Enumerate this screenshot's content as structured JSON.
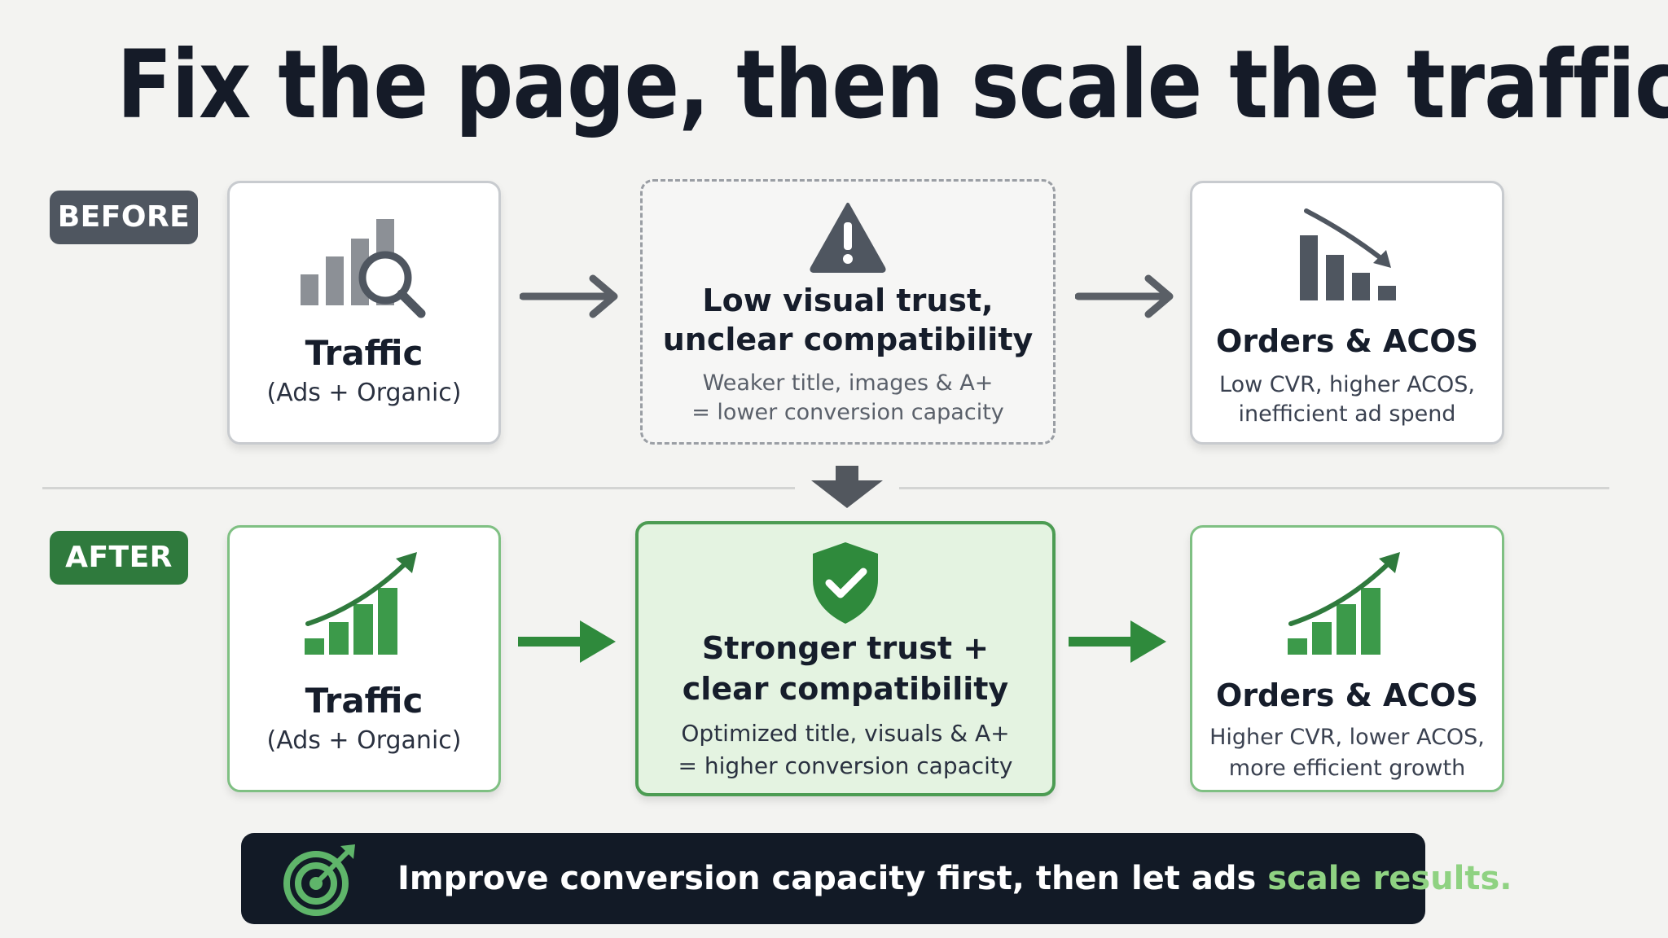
{
  "header": {
    "title": "Fix the page, then scale the traffic"
  },
  "before": {
    "badge": "BEFORE",
    "traffic": {
      "title": "Traffic",
      "subtitle": "(Ads + Organic)",
      "icon": "bar-chart-search-icon"
    },
    "middle": {
      "title_line1": "Low visual trust,",
      "title_line2": "unclear compatibility",
      "desc_line1": "Weaker title, images & A+",
      "desc_line2": "= lower conversion capacity",
      "icon": "warning-triangle-icon"
    },
    "orders": {
      "title": "Orders & ACOS",
      "desc_line1": "Low CVR, higher ACOS,",
      "desc_line2": "inefficient ad spend",
      "icon": "declining-bar-chart-icon"
    }
  },
  "after": {
    "badge": "AFTER",
    "traffic": {
      "title": "Traffic",
      "subtitle": "(Ads + Organic)",
      "icon": "growth-bar-chart-icon"
    },
    "middle": {
      "title_line1": "Stronger trust +",
      "title_line2": "clear compatibility",
      "desc_line1": "Optimized title, visuals & A+",
      "desc_line2": "= higher conversion capacity",
      "icon": "shield-check-icon"
    },
    "orders": {
      "title": "Orders & ACOS",
      "desc_line1": "Higher CVR, lower ACOS,",
      "desc_line2": "more efficient growth",
      "icon": "growth-bar-chart-icon"
    }
  },
  "banner": {
    "text_main": "Improve conversion capacity first, then let ads ",
    "text_accent": "scale results.",
    "icon": "target-arrow-icon"
  },
  "colors": {
    "gray_dark": "#4f5660",
    "gray_icon": "#8c9096",
    "green_dark": "#2f7a3d",
    "green_icon": "#3c9a4a",
    "green_fill": "#e4f3e1",
    "banner_bg": "#121a26",
    "banner_accent": "#8fd282"
  }
}
